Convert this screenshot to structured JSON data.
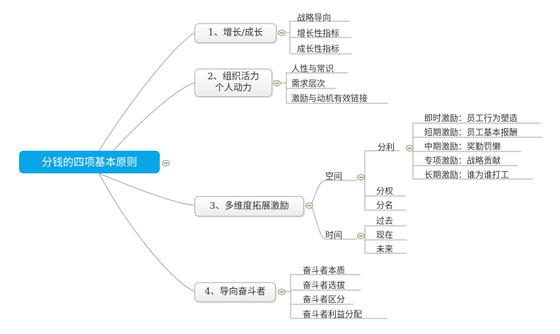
{
  "root": {
    "label": "分钱的四项基本原则"
  },
  "branches": [
    {
      "label": "1、增长/成长",
      "children": [
        "战略导向",
        "增长性指标",
        "成长性指标"
      ]
    },
    {
      "label_line1": "2、组织活力",
      "label_line2": "个人动力",
      "children": [
        "人性与常识",
        "需求层次",
        "激励与动机有效链接"
      ]
    },
    {
      "label": "3、多维度拓展激励",
      "space": {
        "label": "空间",
        "fenli": {
          "label": "分利",
          "children": [
            "即时激励：员工行为塑造",
            "短期激励：员工基本报酬",
            "中期激励：奖勤罚懒",
            "专项激励：战略贡献",
            "长期激励：谁为谁打工"
          ]
        },
        "fenquan": "分权",
        "fenming": "分名"
      },
      "time": {
        "label": "时间",
        "children": [
          "过去",
          "现在",
          "未来"
        ]
      }
    },
    {
      "label": "4、导向奋斗者",
      "children": [
        "奋斗者本质",
        "奋斗者选拔",
        "奋斗者区分",
        "奋斗者利益分配"
      ]
    }
  ],
  "colors": {
    "root_fill": "#0aa5e6",
    "line": "#9a9a9a"
  }
}
